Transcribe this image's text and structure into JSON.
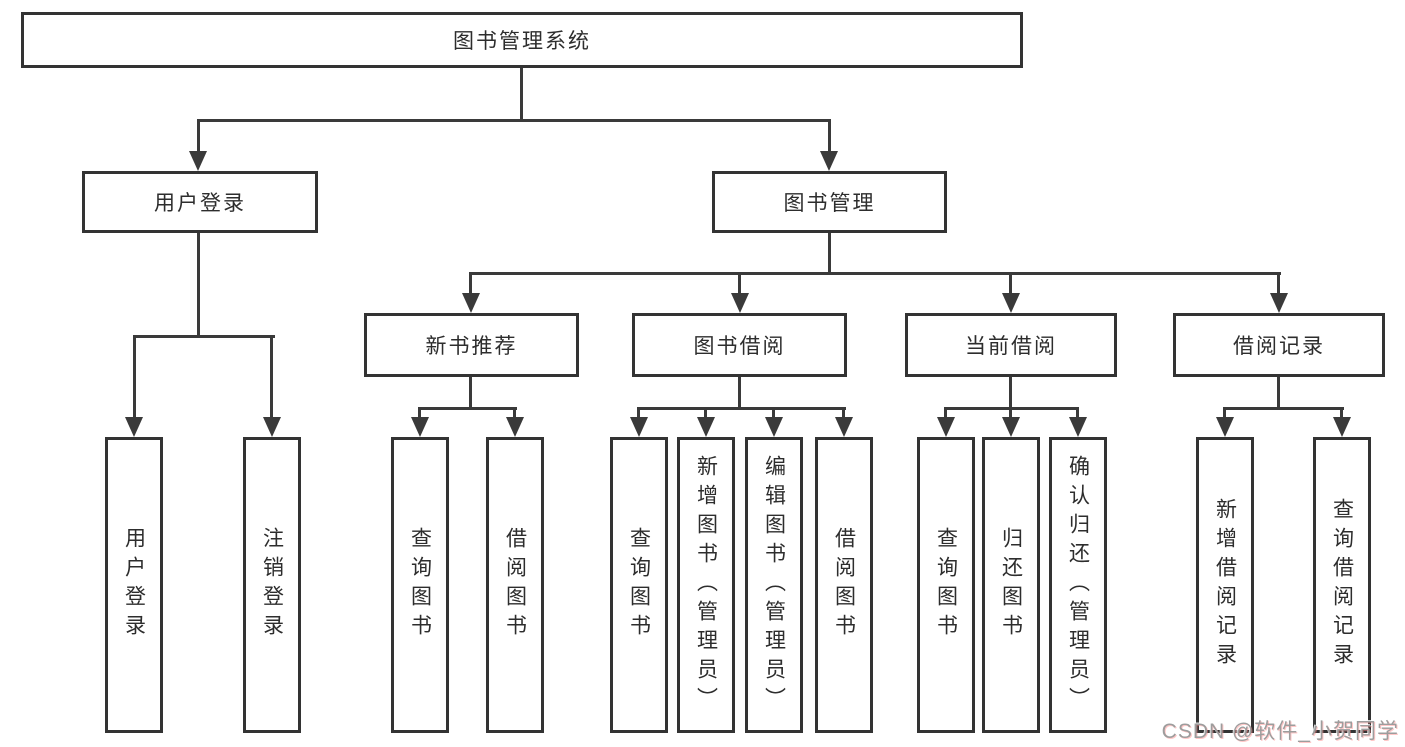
{
  "diagram_title": "图书管理系统",
  "watermark": "CSDN @软件_小贺同学",
  "colors": {
    "line": "#3a3a3a",
    "box_border": "#333333",
    "text": "#2d2d2d",
    "background": "#ffffff",
    "watermark": "#9d9d9d"
  },
  "nodes": {
    "root": {
      "label": "图书管理系统"
    },
    "user_login": {
      "label": "用户登录"
    },
    "book_mgmt": {
      "label": "图书管理"
    },
    "new_book_rec": {
      "label": "新书推荐"
    },
    "book_borrow": {
      "label": "图书借阅"
    },
    "current_borrow": {
      "label": "当前借阅"
    },
    "borrow_record": {
      "label": "借阅记录"
    },
    "leaf_user_login": {
      "label": "用户登录"
    },
    "leaf_logout": {
      "label": "注销登录"
    },
    "leaf_query_book_rec": {
      "label": "查询图书"
    },
    "leaf_borrow_book_rec": {
      "label": "借阅图书"
    },
    "leaf_query_book_borrow": {
      "label": "查询图书"
    },
    "leaf_add_book": {
      "label": "新增图书（管理员）"
    },
    "leaf_edit_book": {
      "label": "编辑图书（管理员）"
    },
    "leaf_borrow_book": {
      "label": "借阅图书"
    },
    "leaf_query_book_current": {
      "label": "查询图书"
    },
    "leaf_return_book": {
      "label": "归还图书"
    },
    "leaf_confirm_return": {
      "label": "确认归还（管理员）"
    },
    "leaf_add_record": {
      "label": "新增借阅记录"
    },
    "leaf_query_record": {
      "label": "查询借阅记录"
    }
  }
}
